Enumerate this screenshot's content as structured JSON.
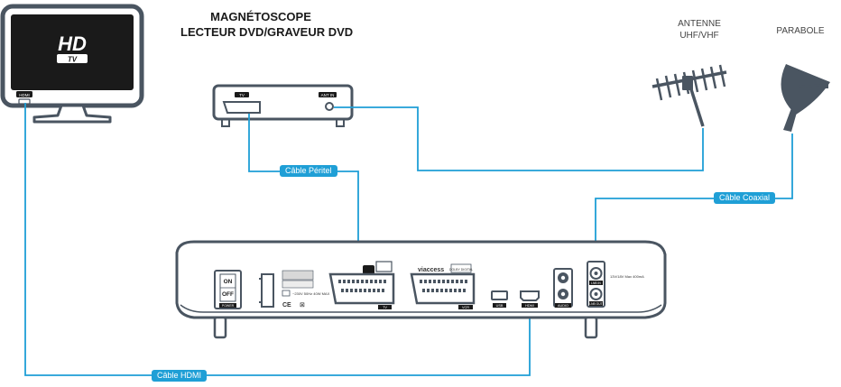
{
  "titles": {
    "vcr_line1": "MAGNÉTOSCOPE",
    "vcr_line2": "LECTEUR DVD/GRAVEUR DVD",
    "antenna_line1": "ANTENNE",
    "antenna_line2": "UHF/VHF",
    "dish": "PARABOLE"
  },
  "cables": {
    "peritel": "Câble Péritel",
    "coaxial": "Câble Coaxial",
    "hdmi": "Câble HDMI"
  },
  "tv": {
    "logo_main": "HD",
    "logo_sub": "TV",
    "port": "HDMI"
  },
  "vcr": {
    "port_tv": "TV",
    "port_ant": "ANT IN"
  },
  "receiver": {
    "switch_on": "ON",
    "switch_off": "OFF",
    "switch_tag": "POWER",
    "scart_tv": "TV",
    "scart_vcr": "VCR",
    "usb": "USB",
    "hdmi": "HDMI",
    "audio": "AUDIO",
    "lnb_in": "LNB IN",
    "lnb_out": "LNB OUT",
    "viaccess": "viaccess",
    "dolby": "DOLBY DIGITAL",
    "ce": "CE",
    "power_spec": "~230V 50Hz\n40W MAX",
    "lnb_spec": "13V/18V\nMax 400mA"
  },
  "colors": {
    "cable": "#1f9fd6",
    "device_outline": "#4a5561"
  }
}
